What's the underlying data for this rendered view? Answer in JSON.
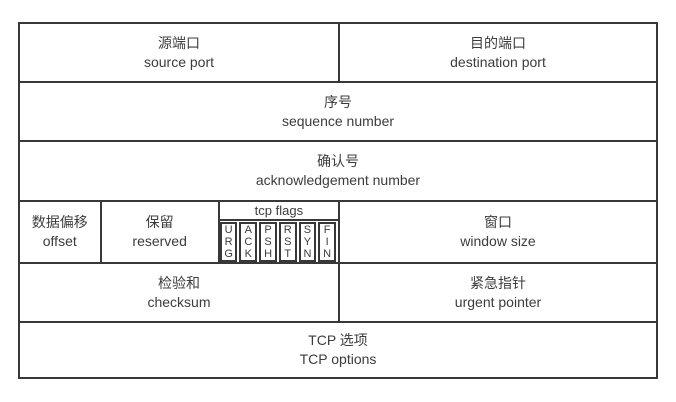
{
  "colors": {
    "background": "#ffffff",
    "border": "#383838",
    "text": "#3c3c3c"
  },
  "diagram": {
    "source_port": {
      "zh": "源端口",
      "en": "source port"
    },
    "destination_port": {
      "zh": "目的端口",
      "en": "destination port"
    },
    "sequence_number": {
      "zh": "序号",
      "en": "sequence number"
    },
    "acknowledgement_number": {
      "zh": "确认号",
      "en": "acknowledgement number"
    },
    "data_offset": {
      "zh": "数据偏移",
      "en": "offset"
    },
    "reserved": {
      "zh": "保留",
      "en": "reserved"
    },
    "tcp_flags": {
      "header": "tcp flags",
      "boxes": [
        "U\nR\nG",
        "A\nC\nK",
        "P\nS\nH",
        "R\nS\nT",
        "S\nY\nN",
        "F\nI\nN"
      ]
    },
    "window_size": {
      "zh": "窗口",
      "en": "window size"
    },
    "checksum": {
      "zh": "检验和",
      "en": "checksum"
    },
    "urgent_pointer": {
      "zh": "紧急指针",
      "en": "urgent pointer"
    },
    "tcp_options": {
      "zh": "TCP 选项",
      "en": "TCP options"
    }
  }
}
